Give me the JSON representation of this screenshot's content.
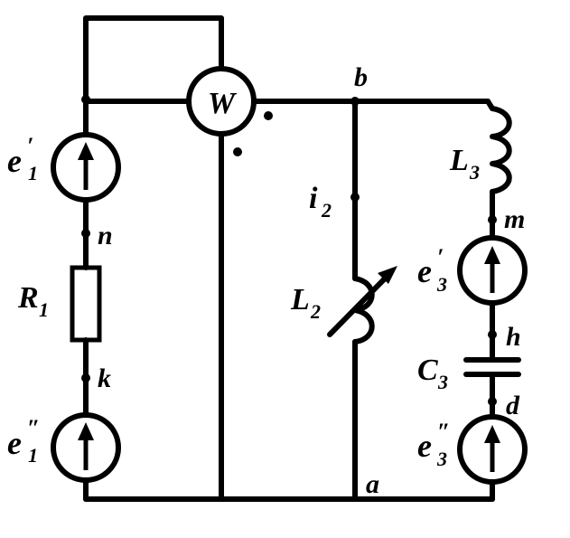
{
  "diagram": {
    "wattmeter_label": "W",
    "nodes": {
      "b": "b",
      "a": "a",
      "n": "n",
      "k": "k",
      "m": "m",
      "h": "h",
      "d": "d"
    },
    "components": {
      "e1_prime": {
        "base": "e",
        "sub": "1",
        "sup": "′"
      },
      "e1_dprime": {
        "base": "e",
        "sub": "1",
        "sup": "″"
      },
      "R1": {
        "base": "R",
        "sub": "1"
      },
      "i2": {
        "base": "i",
        "sub": "2"
      },
      "L2": {
        "base": "L",
        "sub": "2"
      },
      "L3": {
        "base": "L",
        "sub": "3"
      },
      "e3_prime": {
        "base": "e",
        "sub": "3",
        "sup": "′"
      },
      "C3": {
        "base": "C",
        "sub": "3"
      },
      "e3_dprime": {
        "base": "e",
        "sub": "3",
        "sup": "″"
      }
    },
    "colors": {
      "ink": "#000000",
      "paper": "#ffffff"
    }
  }
}
